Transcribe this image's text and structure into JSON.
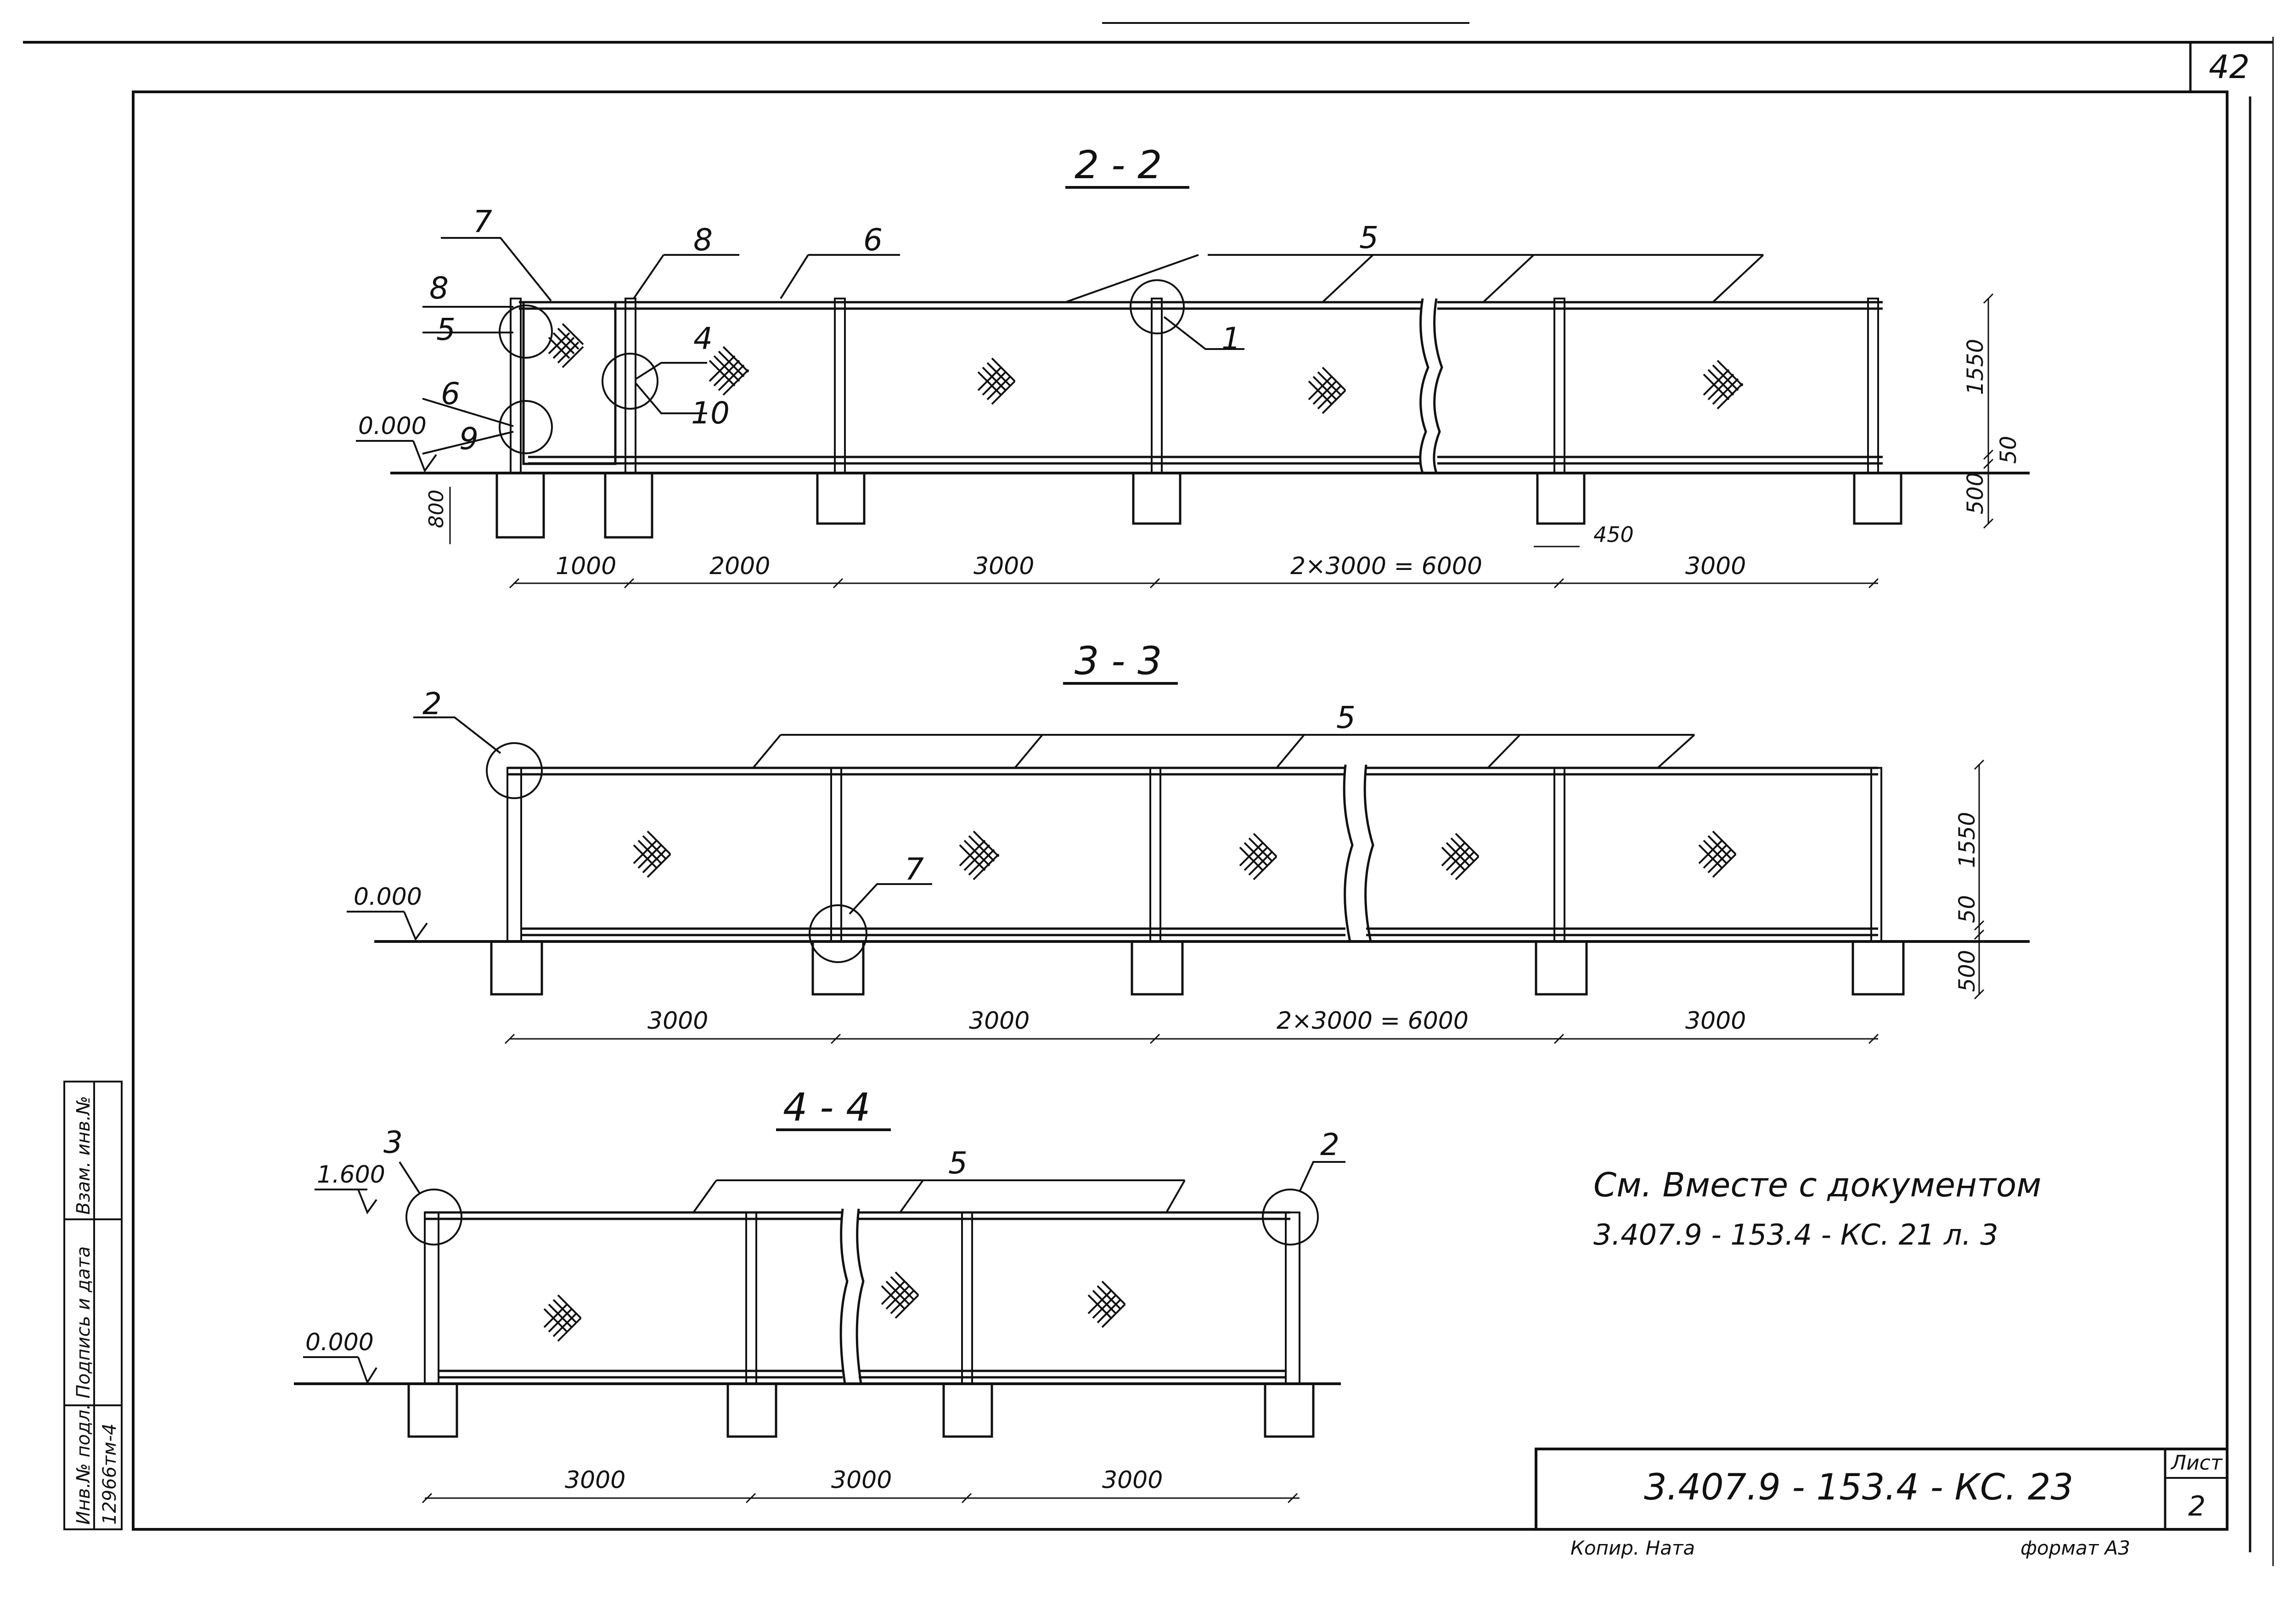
{
  "sheet_corner_number": "42",
  "sections": {
    "s22": {
      "title": "2 - 2",
      "callouts": [
        "7",
        "8",
        "6",
        "5",
        "8",
        "5",
        "4",
        "1",
        "6",
        "9",
        "10"
      ],
      "level": "0.000",
      "spans": [
        "1000",
        "2000",
        "3000",
        "2×3000 = 6000",
        "3000"
      ],
      "dims": [
        "1550",
        "50",
        "500",
        "800"
      ],
      "pile_dia": "450"
    },
    "s33": {
      "title": "3 - 3",
      "callouts": [
        "2",
        "5",
        "7"
      ],
      "level": "0.000",
      "spans": [
        "3000",
        "3000",
        "2×3000 = 6000",
        "3000"
      ],
      "dims": [
        "1550",
        "50",
        "500"
      ]
    },
    "s44": {
      "title": "4 - 4",
      "callouts": [
        "3",
        "5",
        "2"
      ],
      "level_top": "1.600",
      "level": "0.000",
      "spans": [
        "3000",
        "3000",
        "3000"
      ]
    }
  },
  "note": {
    "line1": "См. Вместе с документом",
    "line2": "3.407.9 - 153.4 - КС. 21  л. 3"
  },
  "stamp": {
    "rows": [
      "Инв.№ подл.",
      "Подпись и дата",
      "Взам. инв.№"
    ],
    "inv_no": "12966тм-4"
  },
  "title_block": {
    "doc_code": "3.407.9 - 153.4 - КС. 23",
    "sheet_label": "Лист",
    "sheet_no": "2"
  },
  "footer": {
    "copied": "Копир. Ната",
    "format": "формат А3"
  }
}
